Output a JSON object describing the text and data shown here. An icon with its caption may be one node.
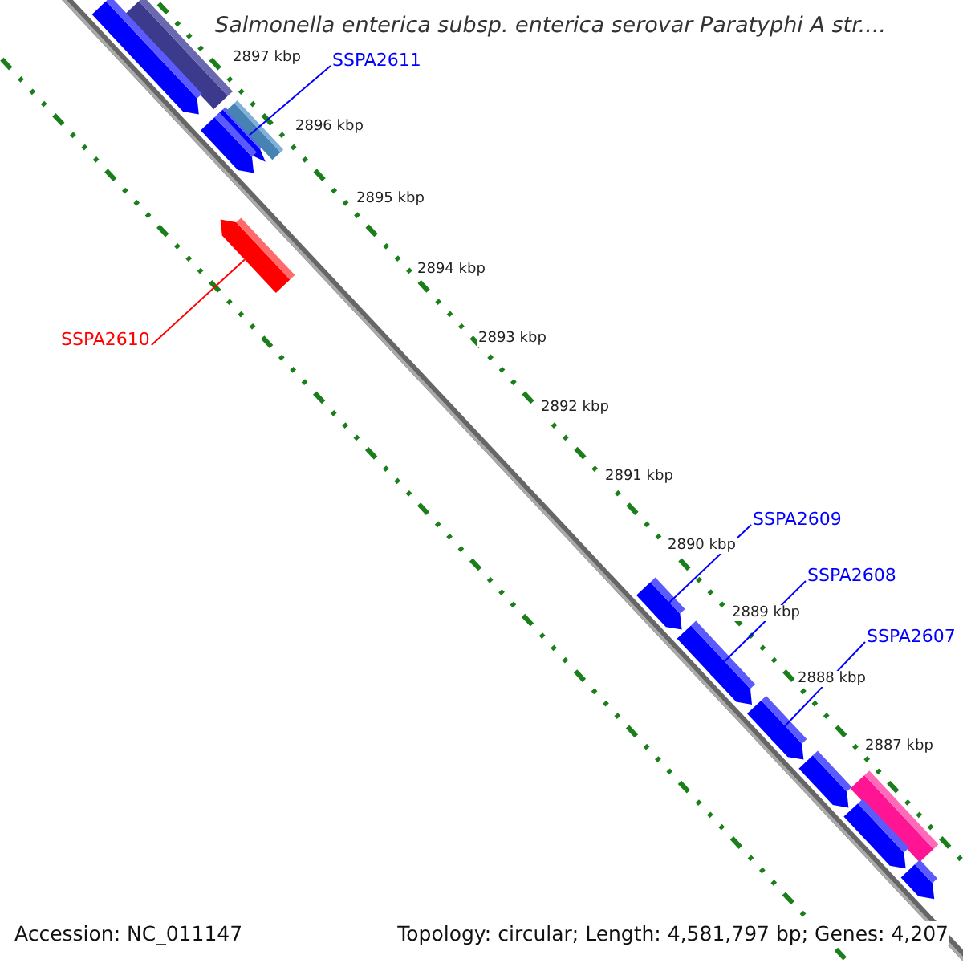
{
  "diagram": {
    "title": "Salmonella enterica subsp. enterica serovar Paratyphi A str....",
    "nodes": [
      {
        "text": [],
        "shape": "bar"
      },
      {
        "text": [],
        "shape": "arrow"
      },
      {
        "text": [
          "SSPA2611"
        ]
      },
      {
        "text": [],
        "shape": "arrow"
      },
      {
        "text": [],
        "shape": "bar"
      },
      {
        "text": [],
        "shape": "arrow"
      },
      {
        "text": [],
        "shape": "arrow"
      },
      {
        "text": [
          "SSPA2610"
        ]
      },
      {
        "text": [
          "SSPA2609"
        ]
      },
      {
        "text": [],
        "shape": "arrow"
      },
      {
        "text": [
          "SSPA2608"
        ]
      },
      {
        "text": [],
        "shape": "arrow"
      },
      {
        "text": [
          "SSPA2607"
        ]
      },
      {
        "text": [],
        "shape": "arrow"
      },
      {
        "text": [],
        "shape": "arrow"
      },
      {
        "text": [],
        "shape": "bar"
      },
      {
        "text": [],
        "shape": "arrow"
      },
      {
        "text": [],
        "shape": "arrow"
      }
    ],
    "edges": [
      {
        "from": 2,
        "to": 4,
        "arrow": "none"
      },
      {
        "from": 7,
        "to": 6,
        "arrow": "none",
        "color": "#ff0000"
      },
      {
        "from": 8,
        "to": 9,
        "arrow": "none"
      },
      {
        "from": 10,
        "to": 11,
        "arrow": "none"
      },
      {
        "from": 12,
        "to": 13,
        "arrow": "none"
      }
    ],
    "labels": [
      "2897 kbp",
      "2896 kbp",
      "2895 kbp",
      "2894 kbp",
      "2893 kbp",
      "2892 kbp",
      "2891 kbp",
      "2890 kbp",
      "2889 kbp",
      "2888 kbp",
      "2887 kbp",
      "Accession: NC_011147",
      "Topology: circular; Length: 4,581,797 bp; Genes: 4,207"
    ]
  }
}
